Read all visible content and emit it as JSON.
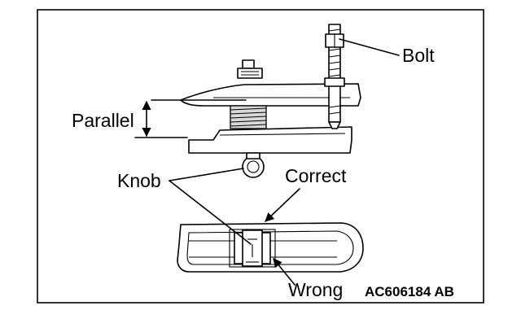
{
  "labels": {
    "bolt": "Bolt",
    "parallel": "Parallel",
    "knob": "Knob",
    "correct": "Correct",
    "wrong": "Wrong",
    "figure_code": "AC606184 AB"
  }
}
